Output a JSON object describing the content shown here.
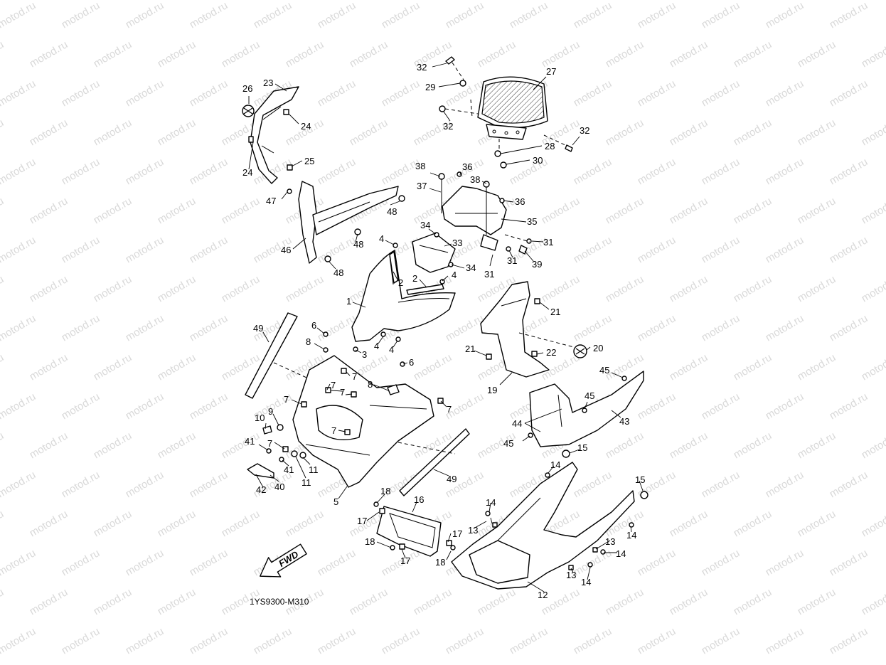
{
  "watermark": "motod.ru",
  "drawing_code": "1YS9300-M310",
  "direction_arrow": "FWD",
  "callouts": [
    {
      "id": "c1",
      "text": "1"
    },
    {
      "id": "c2a",
      "text": "2"
    },
    {
      "id": "c2b",
      "text": "2"
    },
    {
      "id": "c3",
      "text": "3"
    },
    {
      "id": "c4a",
      "text": "4"
    },
    {
      "id": "c4b",
      "text": "4"
    },
    {
      "id": "c4c",
      "text": "4"
    },
    {
      "id": "c4d",
      "text": "4"
    },
    {
      "id": "c5",
      "text": "5"
    },
    {
      "id": "c6a",
      "text": "6"
    },
    {
      "id": "c6b",
      "text": "6"
    },
    {
      "id": "c7a",
      "text": "7"
    },
    {
      "id": "c7b",
      "text": "7"
    },
    {
      "id": "c7c",
      "text": "7"
    },
    {
      "id": "c7d",
      "text": "7"
    },
    {
      "id": "c7e",
      "text": "7"
    },
    {
      "id": "c7f",
      "text": "7"
    },
    {
      "id": "c7g",
      "text": "7"
    },
    {
      "id": "c8a",
      "text": "8"
    },
    {
      "id": "c8b",
      "text": "8"
    },
    {
      "id": "c9",
      "text": "9"
    },
    {
      "id": "c10",
      "text": "10"
    },
    {
      "id": "c11a",
      "text": "11"
    },
    {
      "id": "c11b",
      "text": "11"
    },
    {
      "id": "c12",
      "text": "12"
    },
    {
      "id": "c13a",
      "text": "13"
    },
    {
      "id": "c13b",
      "text": "13"
    },
    {
      "id": "c13c",
      "text": "13"
    },
    {
      "id": "c14a",
      "text": "14"
    },
    {
      "id": "c14b",
      "text": "14"
    },
    {
      "id": "c14c",
      "text": "14"
    },
    {
      "id": "c14d",
      "text": "14"
    },
    {
      "id": "c14e",
      "text": "14"
    },
    {
      "id": "c15a",
      "text": "15"
    },
    {
      "id": "c15b",
      "text": "15"
    },
    {
      "id": "c16",
      "text": "16"
    },
    {
      "id": "c17a",
      "text": "17"
    },
    {
      "id": "c17b",
      "text": "17"
    },
    {
      "id": "c17c",
      "text": "17"
    },
    {
      "id": "c18a",
      "text": "18"
    },
    {
      "id": "c18b",
      "text": "18"
    },
    {
      "id": "c18c",
      "text": "18"
    },
    {
      "id": "c19",
      "text": "19"
    },
    {
      "id": "c20",
      "text": "20"
    },
    {
      "id": "c21a",
      "text": "21"
    },
    {
      "id": "c21b",
      "text": "21"
    },
    {
      "id": "c22",
      "text": "22"
    },
    {
      "id": "c23",
      "text": "23"
    },
    {
      "id": "c24a",
      "text": "24"
    },
    {
      "id": "c24b",
      "text": "24"
    },
    {
      "id": "c25",
      "text": "25"
    },
    {
      "id": "c26",
      "text": "26"
    },
    {
      "id": "c27",
      "text": "27"
    },
    {
      "id": "c28",
      "text": "28"
    },
    {
      "id": "c29",
      "text": "29"
    },
    {
      "id": "c30",
      "text": "30"
    },
    {
      "id": "c31a",
      "text": "31"
    },
    {
      "id": "c31b",
      "text": "31"
    },
    {
      "id": "c31c",
      "text": "31"
    },
    {
      "id": "c32a",
      "text": "32"
    },
    {
      "id": "c32b",
      "text": "32"
    },
    {
      "id": "c32c",
      "text": "32"
    },
    {
      "id": "c33",
      "text": "33"
    },
    {
      "id": "c34a",
      "text": "34"
    },
    {
      "id": "c34b",
      "text": "34"
    },
    {
      "id": "c35",
      "text": "35"
    },
    {
      "id": "c36a",
      "text": "36"
    },
    {
      "id": "c36b",
      "text": "36"
    },
    {
      "id": "c37",
      "text": "37"
    },
    {
      "id": "c38a",
      "text": "38"
    },
    {
      "id": "c38b",
      "text": "38"
    },
    {
      "id": "c39",
      "text": "39"
    },
    {
      "id": "c40",
      "text": "40"
    },
    {
      "id": "c41a",
      "text": "41"
    },
    {
      "id": "c41b",
      "text": "41"
    },
    {
      "id": "c42",
      "text": "42"
    },
    {
      "id": "c43",
      "text": "43"
    },
    {
      "id": "c44",
      "text": "44"
    },
    {
      "id": "c45a",
      "text": "45"
    },
    {
      "id": "c45b",
      "text": "45"
    },
    {
      "id": "c45c",
      "text": "45"
    },
    {
      "id": "c46",
      "text": "46"
    },
    {
      "id": "c47",
      "text": "47"
    },
    {
      "id": "c48a",
      "text": "48"
    },
    {
      "id": "c48b",
      "text": "48"
    },
    {
      "id": "c48c",
      "text": "48"
    },
    {
      "id": "c49a",
      "text": "49"
    },
    {
      "id": "c49b",
      "text": "49"
    }
  ]
}
